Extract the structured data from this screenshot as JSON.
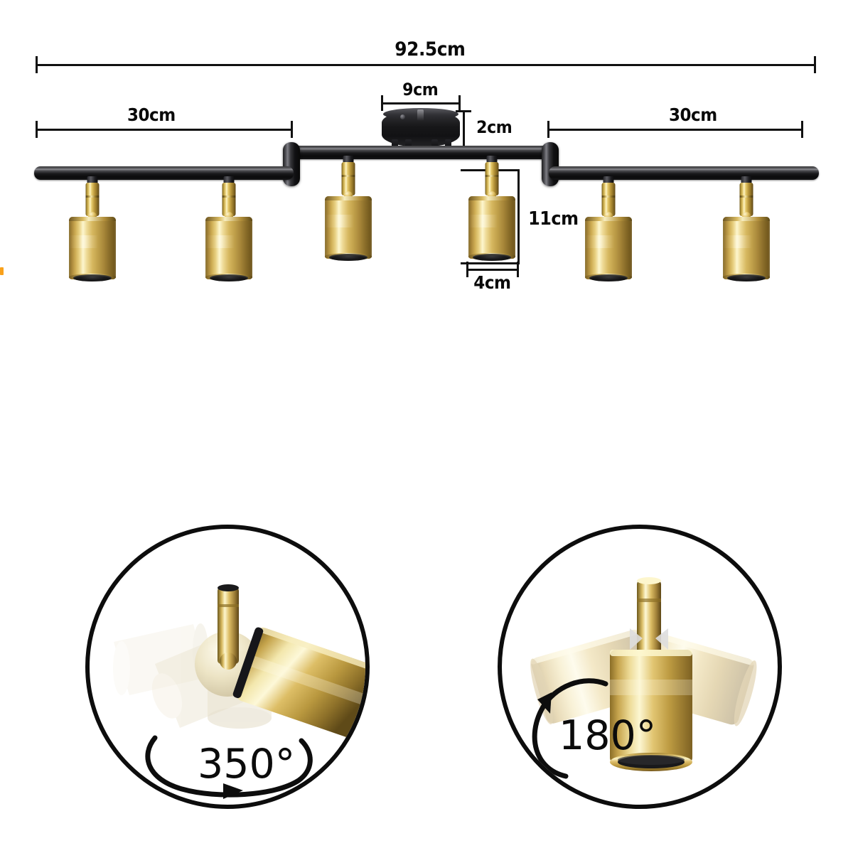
{
  "product": {
    "name": "6-light ceiling spotlight bar",
    "finish_black": "#121214",
    "finish_gold": "#d6b75f",
    "light_count": 6
  },
  "dimensions": {
    "overall_width": "92.5cm",
    "left_arm": "30cm",
    "right_arm": "30cm",
    "canopy_diameter": "9cm",
    "canopy_height": "2cm",
    "head_height": "11cm",
    "head_diameter": "4cm"
  },
  "features": {
    "horizontal_rotation": "350°",
    "vertical_rotation": "180°"
  },
  "labels": {
    "overall": "92.5cm",
    "left_arm": "30cm",
    "right_arm": "30cm",
    "canopy_width": "9cm",
    "canopy_height": "2cm",
    "head_height": "11cm",
    "head_width": "4cm",
    "rotate_horizontal": "350°",
    "rotate_vertical": "180°"
  }
}
